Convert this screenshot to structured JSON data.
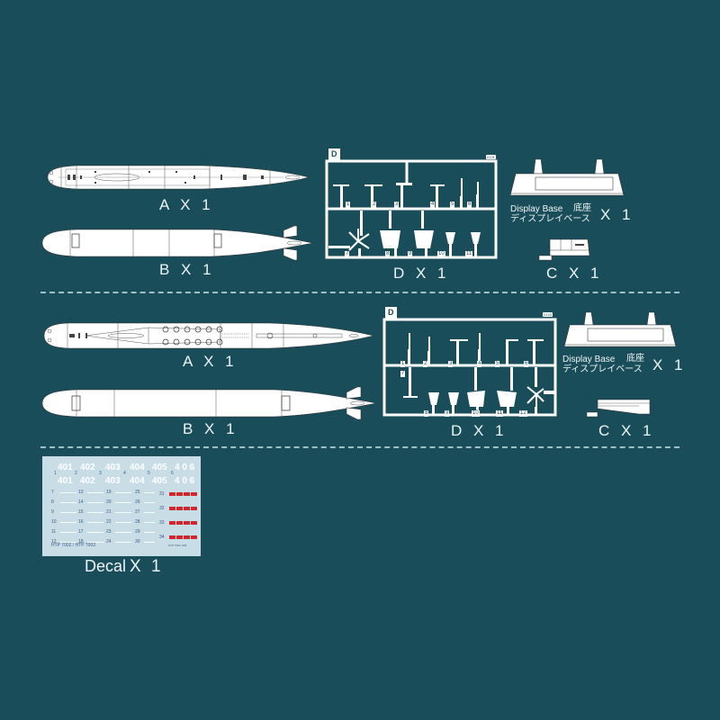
{
  "colors": {
    "background": "#1a4d5a",
    "line": "#eef4f5",
    "divider": "#9fc0c6",
    "decal_sheet": "#c9dde6",
    "decal_red": "#d3262c",
    "decal_text": "#3a5b86"
  },
  "section1": {
    "part_a_label": "A X 1",
    "part_b_label": "B X 1",
    "sprue": {
      "letter": "D",
      "code": "0131",
      "label": "D X 1",
      "part_numbers": [
        "1",
        "2",
        "3",
        "4",
        "5",
        "6",
        "7",
        "8",
        "9",
        "10",
        "11"
      ]
    },
    "display_base": {
      "en": "Display Base",
      "kanji": "底座",
      "katakana": "ディスプレイベース",
      "qty": "X 1"
    },
    "part_c_label": "C X 1"
  },
  "section2": {
    "part_a_label": "A X 1",
    "part_b_label": "B X 1",
    "sprue": {
      "letter": "D",
      "code": "0143",
      "label": "D X 1",
      "part_numbers": [
        "1",
        "2",
        "3",
        "4",
        "5",
        "6",
        "7",
        "8",
        "9",
        "10",
        "11",
        "12"
      ]
    },
    "display_base": {
      "en": "Display Base",
      "kanji": "底座",
      "katakana": "ディスプレイベース",
      "qty": "X 1"
    },
    "part_c_label": "C X 1"
  },
  "decal": {
    "label": "Decal",
    "qty": "X 1",
    "hull_numbers_row1": [
      "401",
      "402",
      "403",
      "404",
      "405",
      "4 0 6"
    ],
    "hull_numbers_row2": [
      "401",
      "402",
      "403",
      "404",
      "405",
      "4 0 6"
    ],
    "index_numbers": [
      "1",
      "2",
      "3",
      "4",
      "5",
      "6"
    ],
    "col1": [
      "7",
      "8",
      "9",
      "10",
      "11",
      "12"
    ],
    "col2": [
      "13",
      "14",
      "15",
      "16",
      "17",
      "18"
    ],
    "col3": [
      "19",
      "20",
      "21",
      "22",
      "23",
      "24"
    ],
    "col4": [
      "25",
      "26",
      "27",
      "28",
      "29",
      "30"
    ],
    "col5": [
      "31",
      "32",
      "33",
      "34"
    ],
    "footer_left": "HTP 7002 / HTP 7003",
    "footer_right": "HTP 7002 -006"
  }
}
